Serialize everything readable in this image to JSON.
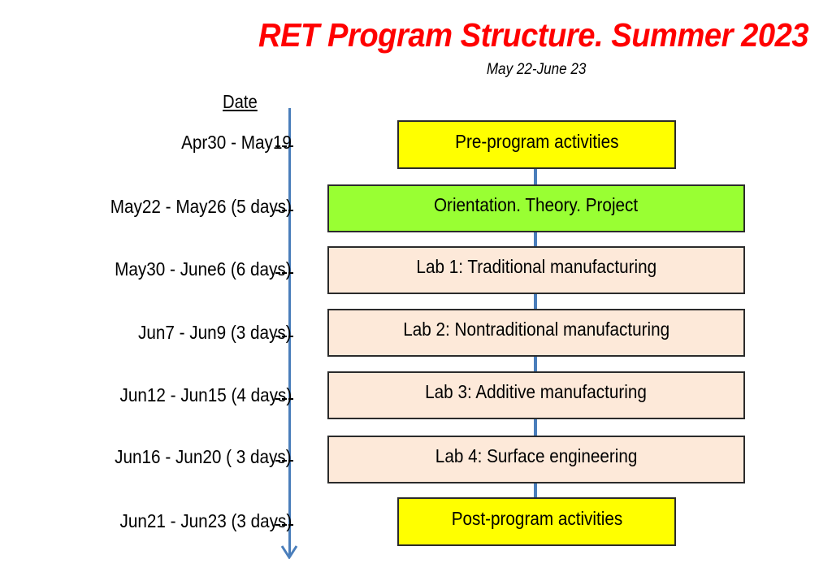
{
  "header": {
    "title": "RET Program Structure. Summer 2023",
    "subtitle": "May 22-June 23"
  },
  "timeline": {
    "axis_label": "Date",
    "axis_color": "#4a7ebb",
    "dates": [
      "Apr30 - May19",
      "May22 - May26 (5 days)",
      "May30 - June6 (6 days)",
      "Jun7 - Jun9 (3 days)",
      "Jun12 - Jun15 (4 days)",
      "Jun16 - Jun20 ( 3 days)",
      "Jun21 - Jun23 (3 days)"
    ],
    "tick_mark": "---"
  },
  "stages": [
    {
      "label": "Pre-program activities",
      "color": "#ffff00"
    },
    {
      "label": "Orientation. Theory. Project",
      "color": "#99ff33"
    },
    {
      "label": "Lab 1: Traditional manufacturing",
      "color": "#fde9d9"
    },
    {
      "label": "Lab 2: Nontraditional manufacturing",
      "color": "#fde9d9"
    },
    {
      "label": "Lab 3: Additive manufacturing",
      "color": "#fde9d9"
    },
    {
      "label": "Lab 4: Surface engineering",
      "color": "#fde9d9"
    },
    {
      "label": "Post-program activities",
      "color": "#ffff00"
    }
  ],
  "colors": {
    "title": "#ff0000",
    "connector": "#4a7ebb"
  }
}
